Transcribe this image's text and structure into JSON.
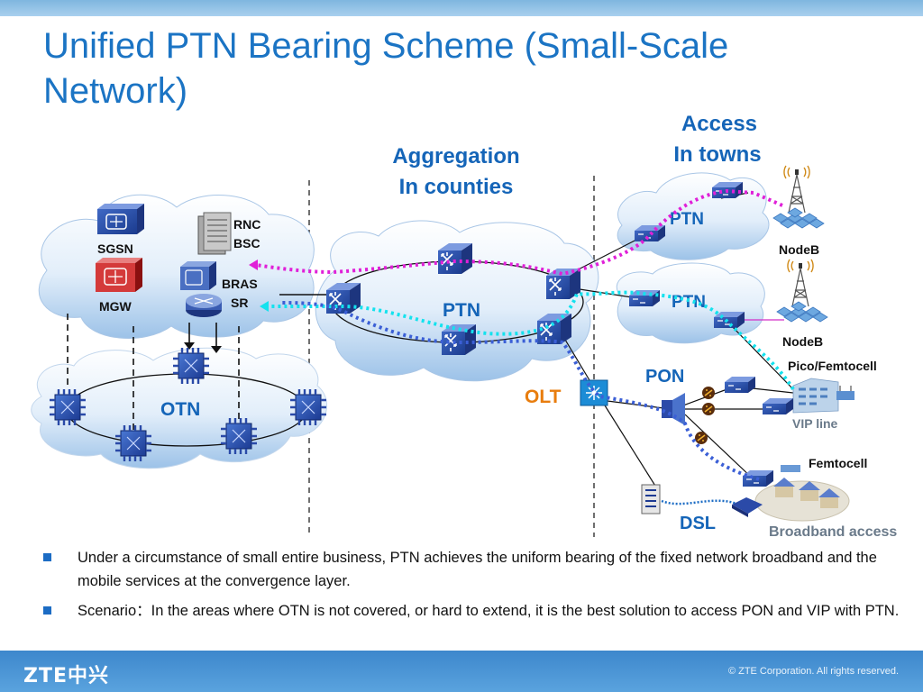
{
  "slide": {
    "title": "Unified PTN Bearing Scheme (Small-Scale Network)"
  },
  "diagram": {
    "aggregation_heading": [
      "Aggregation",
      "In counties"
    ],
    "access_heading": [
      "Access",
      "In towns"
    ],
    "core": {
      "sgsn": "SGSN",
      "mgw": "MGW",
      "rnc": [
        "RNC",
        "BSC"
      ],
      "bras": [
        "BRAS",
        "SR"
      ]
    },
    "otn_label": "OTN",
    "ptn_aggregation": "PTN",
    "ptn_access_top": "PTN",
    "ptn_access_mid": "PTN",
    "nodeb_1": "NodeB",
    "nodeb_2": "NodeB",
    "pico_femtocell": "Pico/Femtocell",
    "pon": "PON",
    "olt": "OLT",
    "vip_line": "VIP line",
    "femtocell": "Femtocell",
    "dsl": "DSL",
    "broadband_access": "Broadband access"
  },
  "bullets": [
    "Under a circumstance of small entire business, PTN achieves the uniform bearing of the fixed network broadband and the mobile services at the convergence layer.",
    "Scenario：In the areas where OTN is not covered, or hard to extend,  it is the best solution to access PON and VIP with PTN."
  ],
  "footer": {
    "logo": "ZTE中兴",
    "copyright": "© ZTE Corporation. All rights reserved."
  },
  "colors": {
    "title_blue": "#1b74c4",
    "label_blue": "#1565b8",
    "olt_orange": "#e87d0e",
    "magenta_dotted": "#e020d8",
    "cyan_dotted": "#14e2ee",
    "blue_dotted": "#3b5fd6"
  }
}
